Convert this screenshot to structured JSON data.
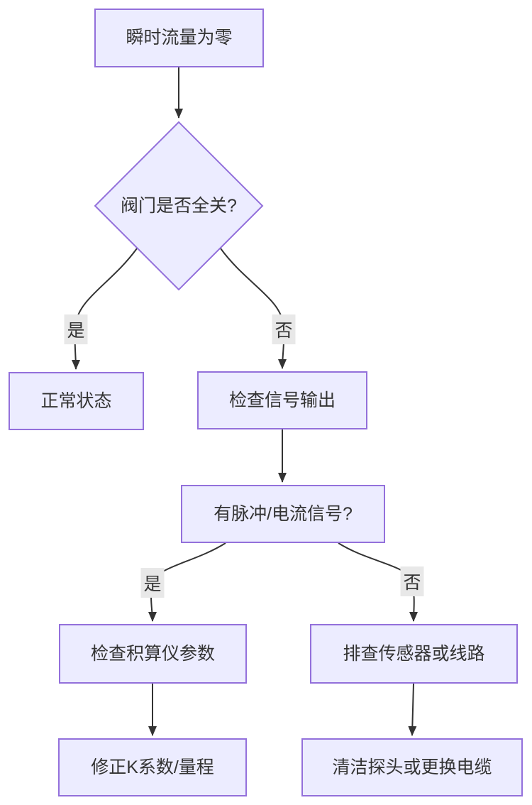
{
  "diagram": {
    "type": "flowchart",
    "direction": "top-down",
    "colors": {
      "node_fill": "#ECECFF",
      "node_border": "#9370DB",
      "edge_color": "#333333",
      "label_bg": "#e8e8e8",
      "text_color": "#333333",
      "canvas_bg": "#ffffff"
    },
    "nodes": [
      {
        "id": "A",
        "shape": "rect",
        "label": "瞬时流量为零"
      },
      {
        "id": "B",
        "shape": "diamond",
        "label": "阀门是否全关?"
      },
      {
        "id": "C",
        "shape": "rect",
        "label": "正常状态"
      },
      {
        "id": "D",
        "shape": "rect",
        "label": "检查信号输出"
      },
      {
        "id": "E",
        "shape": "rect",
        "label": "有脉冲/电流信号?"
      },
      {
        "id": "F",
        "shape": "rect",
        "label": "检查积算仪参数"
      },
      {
        "id": "G",
        "shape": "rect",
        "label": "修正K系数/量程"
      },
      {
        "id": "H",
        "shape": "rect",
        "label": "排查传感器或线路"
      },
      {
        "id": "I",
        "shape": "rect",
        "label": "清洁探头或更换电缆"
      }
    ],
    "edges": [
      {
        "from": "A",
        "to": "B",
        "label": ""
      },
      {
        "from": "B",
        "to": "C",
        "label": "是"
      },
      {
        "from": "B",
        "to": "D",
        "label": "否"
      },
      {
        "from": "D",
        "to": "E",
        "label": ""
      },
      {
        "from": "E",
        "to": "F",
        "label": "是"
      },
      {
        "from": "E",
        "to": "H",
        "label": "否"
      },
      {
        "from": "F",
        "to": "G",
        "label": ""
      },
      {
        "from": "H",
        "to": "I",
        "label": ""
      }
    ]
  }
}
